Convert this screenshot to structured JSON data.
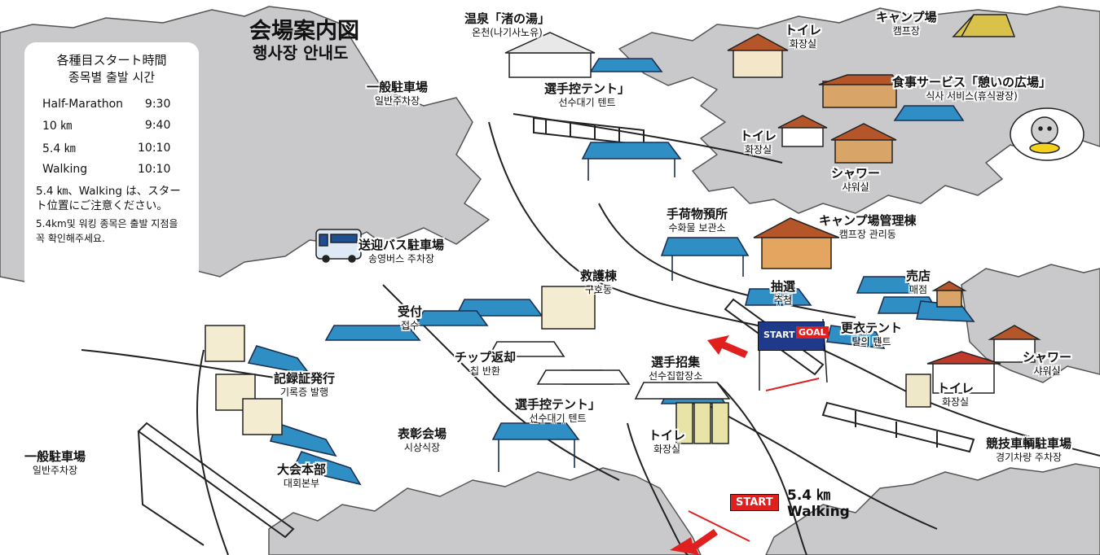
{
  "title": {
    "jp": "会場案内図",
    "kr": "행사장 안내도"
  },
  "schedule": {
    "heading_jp": "各種目スタート時間",
    "heading_kr": "종목별 출발 시간",
    "rows": [
      {
        "event": "Half-Marathon",
        "time": "9:30"
      },
      {
        "event": "10 ㎞",
        "time": "9:40"
      },
      {
        "event": "5.4 ㎞",
        "time": "10:10"
      },
      {
        "event": "Walking",
        "time": "10:10"
      }
    ],
    "note_jp": "5.4 ㎞、Walking は、スタート位置にご注意ください。",
    "note_kr": "5.4km및 워킹 종목은 출발 지점을 꼭 확인해주세요."
  },
  "labels": {
    "onsen": {
      "jp": "温泉「渚の湯」",
      "kr": "온천(나기사노유)"
    },
    "parking_top": {
      "jp": "一般駐車場",
      "kr": "일반주차장"
    },
    "tent_top": {
      "jp": "選手控テント」",
      "kr": "선수대기 텐트"
    },
    "toilet_tr": {
      "jp": "トイレ",
      "kr": "화장실"
    },
    "camp": {
      "jp": "キャンプ場",
      "kr": "캠프장"
    },
    "food": {
      "jp": "食事サービス「憩いの広場」",
      "kr": "식사 서비스(휴식광장)"
    },
    "toilet_r": {
      "jp": "トイレ",
      "kr": "화장실"
    },
    "shower_r": {
      "jp": "シャワー",
      "kr": "샤워실"
    },
    "baggage": {
      "jp": "手荷物預所",
      "kr": "수화물 보관소"
    },
    "camp_office": {
      "jp": "キャンプ場管理棟",
      "kr": "캠프장 관리동"
    },
    "bus": {
      "jp": "送迎バス駐車場",
      "kr": "송영버스 주차장"
    },
    "first_aid": {
      "jp": "救護棟",
      "kr": "구호동"
    },
    "lottery": {
      "jp": "抽選",
      "kr": "추첨"
    },
    "shop": {
      "jp": "売店",
      "kr": "매점"
    },
    "changing": {
      "jp": "更衣テント",
      "kr": "탈의 텐트"
    },
    "shower_br": {
      "jp": "シャワー",
      "kr": "샤워실"
    },
    "toilet_br": {
      "jp": "トイレ",
      "kr": "화장실"
    },
    "reception": {
      "jp": "受付",
      "kr": "접수"
    },
    "chip_return": {
      "jp": "チップ返却",
      "kr": "칩 반환"
    },
    "certificate": {
      "jp": "記録証発行",
      "kr": "기록증 발행"
    },
    "tent_mid": {
      "jp": "選手控テント」",
      "kr": "선수대기 텐트"
    },
    "assembly": {
      "jp": "選手招集",
      "kr": "선수집합장소"
    },
    "toilet_mid": {
      "jp": "トイレ",
      "kr": "화장실"
    },
    "awards": {
      "jp": "表彰会場",
      "kr": "시상식장"
    },
    "hq": {
      "jp": "大会本部",
      "kr": "대회본부"
    },
    "parking_left": {
      "jp": "一般駐車場",
      "kr": "일반주차장"
    },
    "athlete_parking": {
      "jp": "競技車輌駐車場",
      "kr": "경기차량 주차장"
    }
  },
  "signs": {
    "start_goal_start": "START",
    "start_goal_goal": "GOAL",
    "start": "START",
    "course_distance": "5.4 ㎞",
    "course_walking": "Walking"
  },
  "colors": {
    "tree": "#c9c9cb",
    "tent": "#2f8fc4",
    "arrow": "#e0201f",
    "building": "#b5552a",
    "banner": "#1f3a8a"
  },
  "icons": [
    "mascot-icon",
    "bus-icon",
    "camp-tent-icon",
    "arrow-icon"
  ]
}
